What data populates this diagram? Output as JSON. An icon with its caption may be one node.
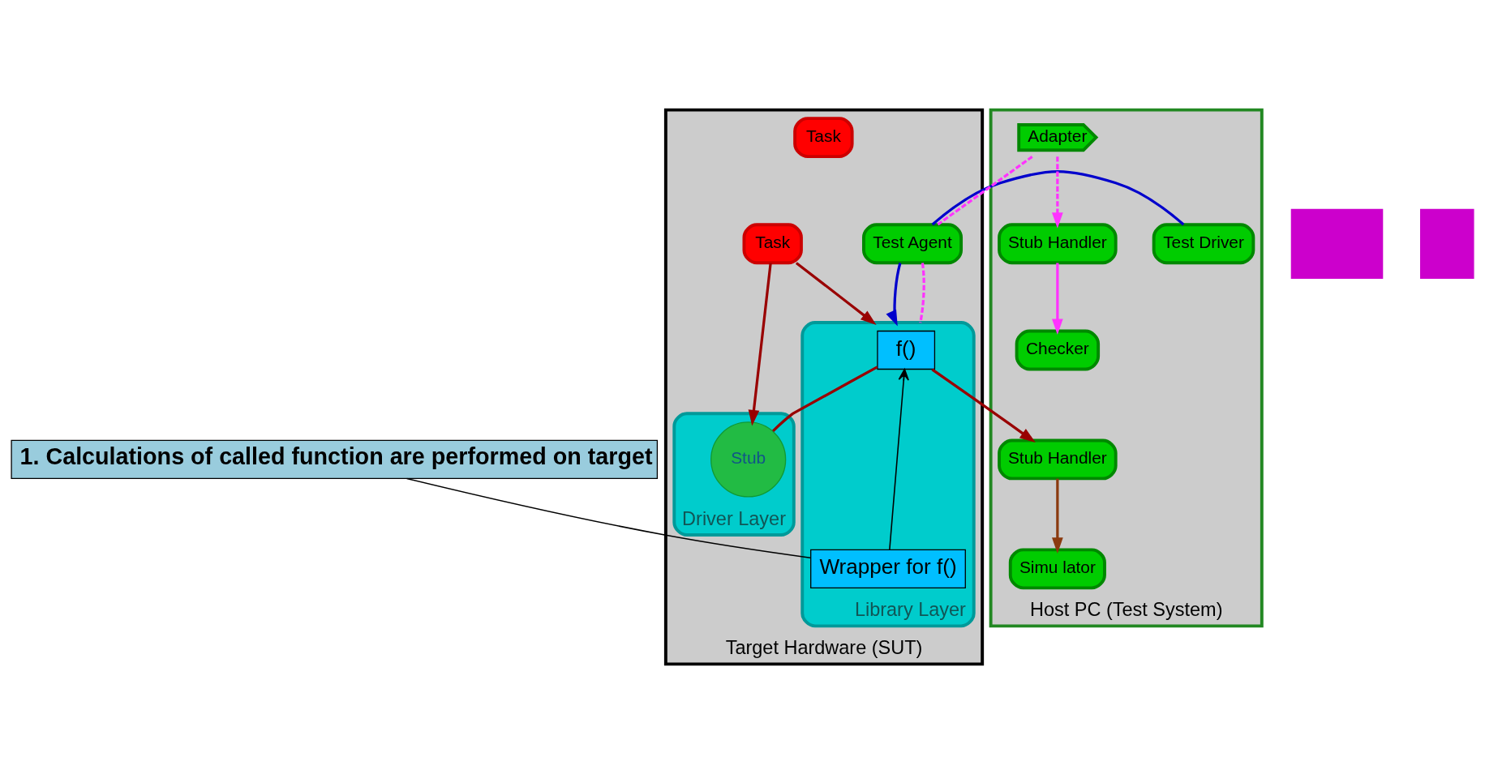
{
  "diagram": {
    "nodes": [
      {
        "text": [
          "Host PC (Test System)"
        ]
      },
      {
        "text": [
          "Test Driver"
        ],
        "in": 0
      },
      {
        "text": [
          "Adapter"
        ],
        "in": 0
      },
      {
        "text": [
          "Stub Handler"
        ],
        "in": 0
      },
      {
        "text": [
          "Stub Handler"
        ],
        "in": 0
      },
      {
        "text": [
          "Checker"
        ],
        "in": 0
      },
      {
        "text": [
          "Simu lator"
        ],
        "in": 0
      },
      {
        "text": [
          "Target Hardware (SUT)"
        ]
      },
      {
        "text": [
          "Test Agent"
        ],
        "in": 7
      },
      {
        "text": [
          "Task"
        ],
        "in": 7
      },
      {
        "text": [
          "Task"
        ],
        "in": 7
      },
      {
        "text": [
          "Library Layer"
        ],
        "in": 7
      },
      {
        "text": [
          "f()"
        ],
        "in": 11
      },
      {
        "text": [
          "Wrapper for f()"
        ],
        "in": 11
      },
      {
        "text": [
          "Driver Layer"
        ],
        "in": 7
      },
      {
        "text": [
          "Stub"
        ],
        "in": 14
      },
      {
        "text": [
          "1. Calculations of called function are performed on target"
        ]
      },
      {
        "text": [],
        "shape": "box"
      },
      {
        "text": [],
        "shape": "box"
      }
    ],
    "edges": [
      {
        "from": 1,
        "to": 8,
        "arrow": "none",
        "color": "#0000cc"
      },
      {
        "from": 8,
        "to": 11,
        "arrow": "to",
        "color": "#0000cc"
      },
      {
        "from": 2,
        "to": 3,
        "arrow": "to",
        "style": "dashed",
        "color": "#ff33ff"
      },
      {
        "from": 2,
        "to": 8,
        "arrow": "none",
        "style": "dashed",
        "color": "#ff33ff"
      },
      {
        "from": 8,
        "to": 11,
        "arrow": "none",
        "style": "dashed",
        "color": "#ff33ff"
      },
      {
        "from": 3,
        "to": 5,
        "arrow": "to",
        "color": "#ff33ff"
      },
      {
        "from": 12,
        "to": 4,
        "arrow": "to",
        "color": "#990000"
      },
      {
        "from": 12,
        "to": 15,
        "arrow": "none",
        "color": "#990000"
      },
      {
        "from": 4,
        "to": 6,
        "arrow": "to",
        "color": "#8b3a0f"
      },
      {
        "from": 10,
        "to": 11,
        "arrow": "to",
        "color": "#990000"
      },
      {
        "from": 10,
        "to": 15,
        "arrow": "to",
        "color": "#990000"
      },
      {
        "from": 13,
        "to": 12,
        "arrow": "to",
        "color": "#000000"
      },
      {
        "from": 16,
        "to": 13,
        "arrow": "none",
        "color": "#000000"
      }
    ]
  }
}
